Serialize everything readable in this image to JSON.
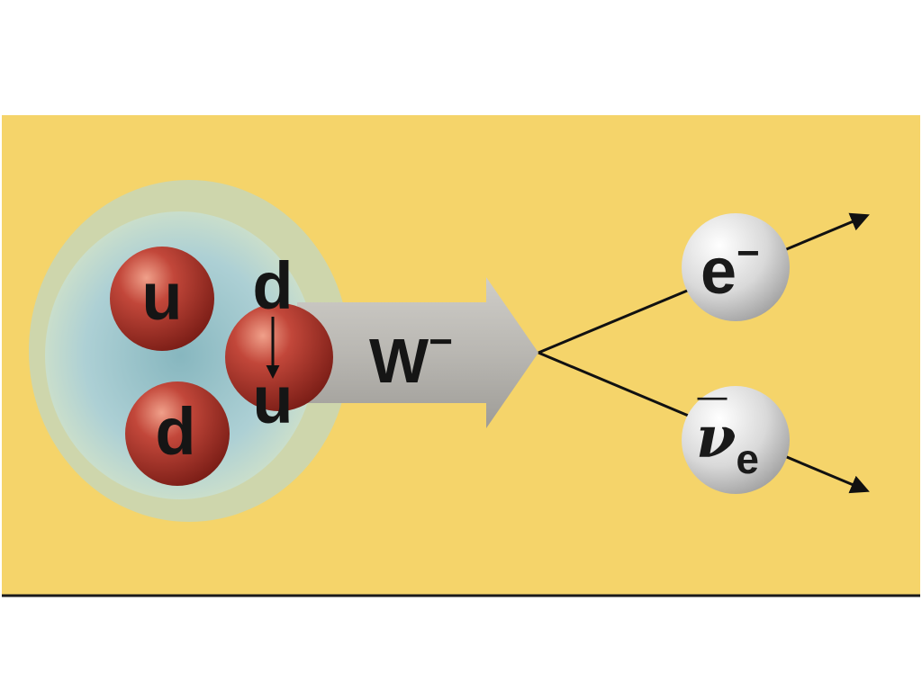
{
  "diagram": {
    "quarks": {
      "top_left": "u",
      "bottom_left": "d",
      "transforming_from": "d",
      "transforming_to": "u"
    },
    "boson": {
      "symbol": "W",
      "charge": "−"
    },
    "electron": {
      "symbol": "e",
      "charge": "−"
    },
    "antineutrino": {
      "symbol": "ν",
      "bar": "¯",
      "subscript": "e"
    },
    "colors": {
      "background": "#f5d46a",
      "nucleon_halo": "#a9cfd9",
      "quark": "#b5372e",
      "w_arrow": "#b9b7b2",
      "lepton": "#dadada",
      "page": "#ffffff",
      "bottom_border": "#1a1a1a"
    }
  }
}
